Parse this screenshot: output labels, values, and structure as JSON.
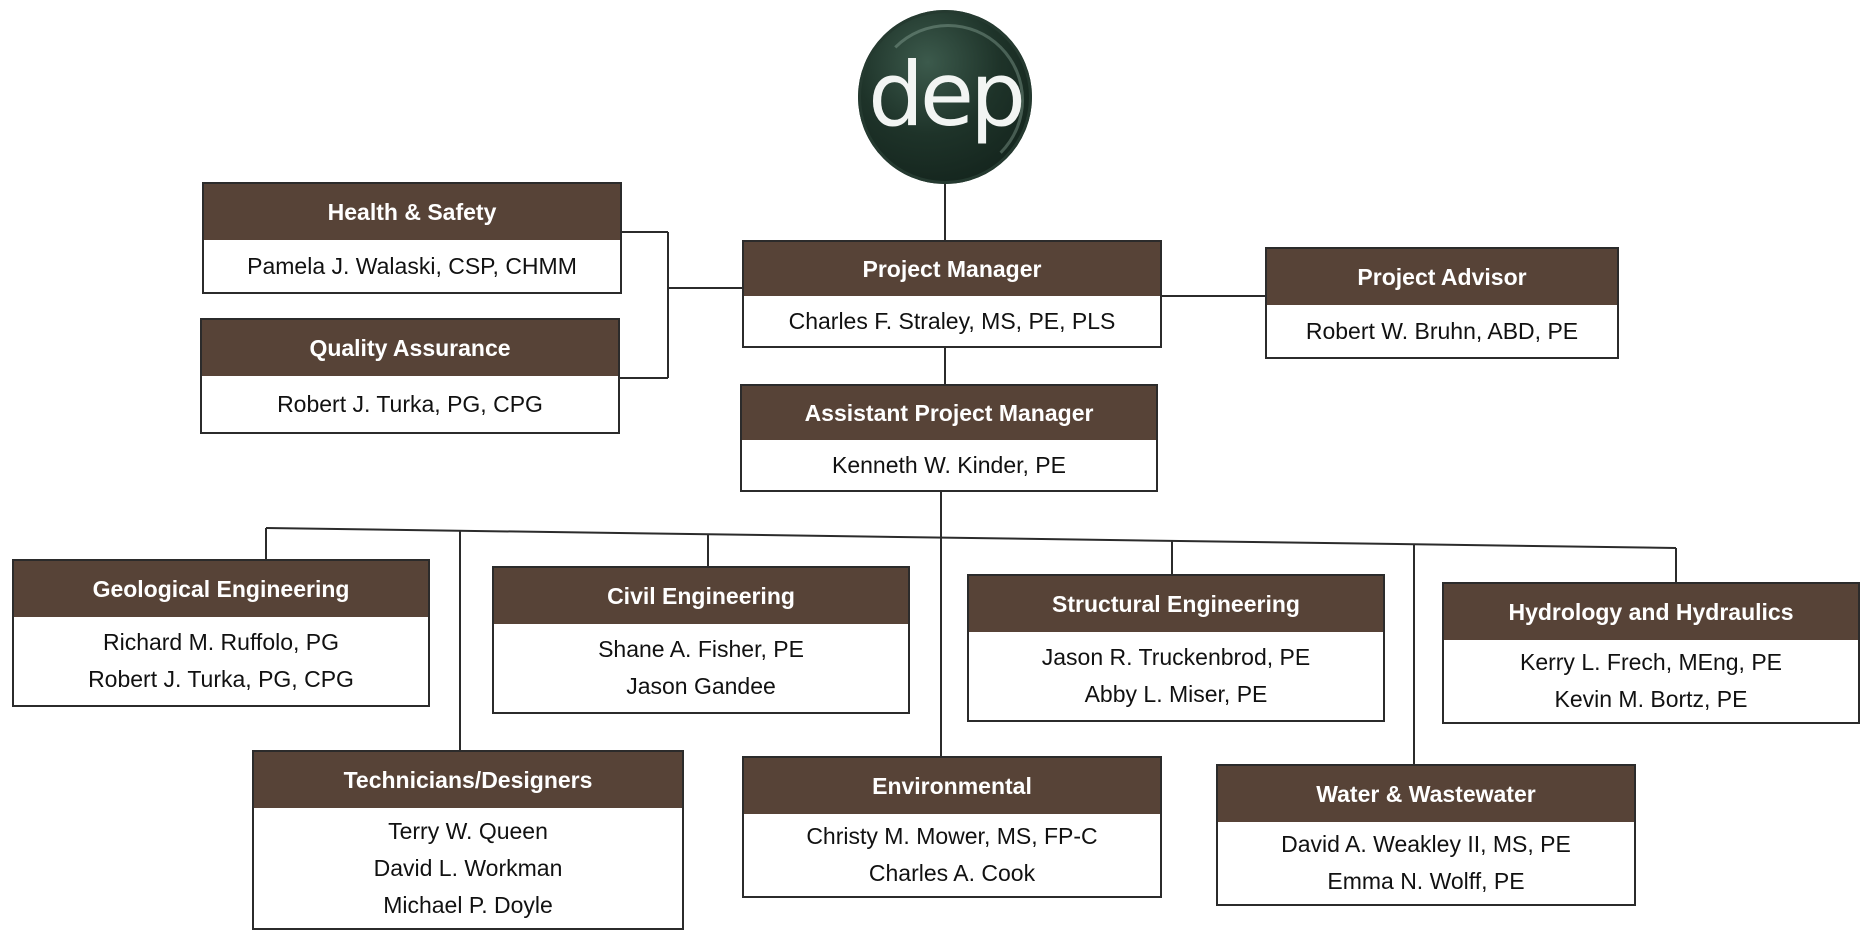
{
  "logo": {
    "text": "dep",
    "color": "#1e3329"
  },
  "colors": {
    "header_bg": "#574337",
    "header_text": "#ffffff",
    "line": "#2b2b2b"
  },
  "boxes": {
    "health_safety": {
      "title": "Health & Safety",
      "names": [
        "Pamela J. Walaski, CSP, CHMM"
      ]
    },
    "quality_assurance": {
      "title": "Quality Assurance",
      "names": [
        "Robert J. Turka, PG, CPG"
      ]
    },
    "project_manager": {
      "title": "Project Manager",
      "names": [
        "Charles F. Straley, MS, PE, PLS"
      ]
    },
    "project_advisor": {
      "title": "Project Advisor",
      "names": [
        "Robert W. Bruhn, ABD, PE"
      ]
    },
    "assistant_pm": {
      "title": "Assistant Project Manager",
      "names": [
        "Kenneth W. Kinder, PE"
      ]
    },
    "geological": {
      "title": "Geological Engineering",
      "names": [
        "Richard M. Ruffolo, PG",
        "Robert J. Turka, PG, CPG"
      ]
    },
    "civil": {
      "title": "Civil Engineering",
      "names": [
        "Shane A. Fisher, PE",
        "Jason Gandee"
      ]
    },
    "structural": {
      "title": "Structural Engineering",
      "names": [
        "Jason R. Truckenbrod, PE",
        "Abby L. Miser, PE"
      ]
    },
    "hydrology": {
      "title": "Hydrology and Hydraulics",
      "names": [
        "Kerry L. Frech, MEng, PE",
        "Kevin M. Bortz, PE"
      ]
    },
    "technicians": {
      "title": "Technicians/Designers",
      "names": [
        "Terry W. Queen",
        "David L. Workman",
        "Michael P. Doyle"
      ]
    },
    "environmental": {
      "title": "Environmental",
      "names": [
        "Christy M. Mower, MS, FP-C",
        "Charles A. Cook"
      ]
    },
    "water": {
      "title": "Water & Wastewater",
      "names": [
        "David A. Weakley II, MS, PE",
        "Emma N. Wolff, PE"
      ]
    }
  }
}
